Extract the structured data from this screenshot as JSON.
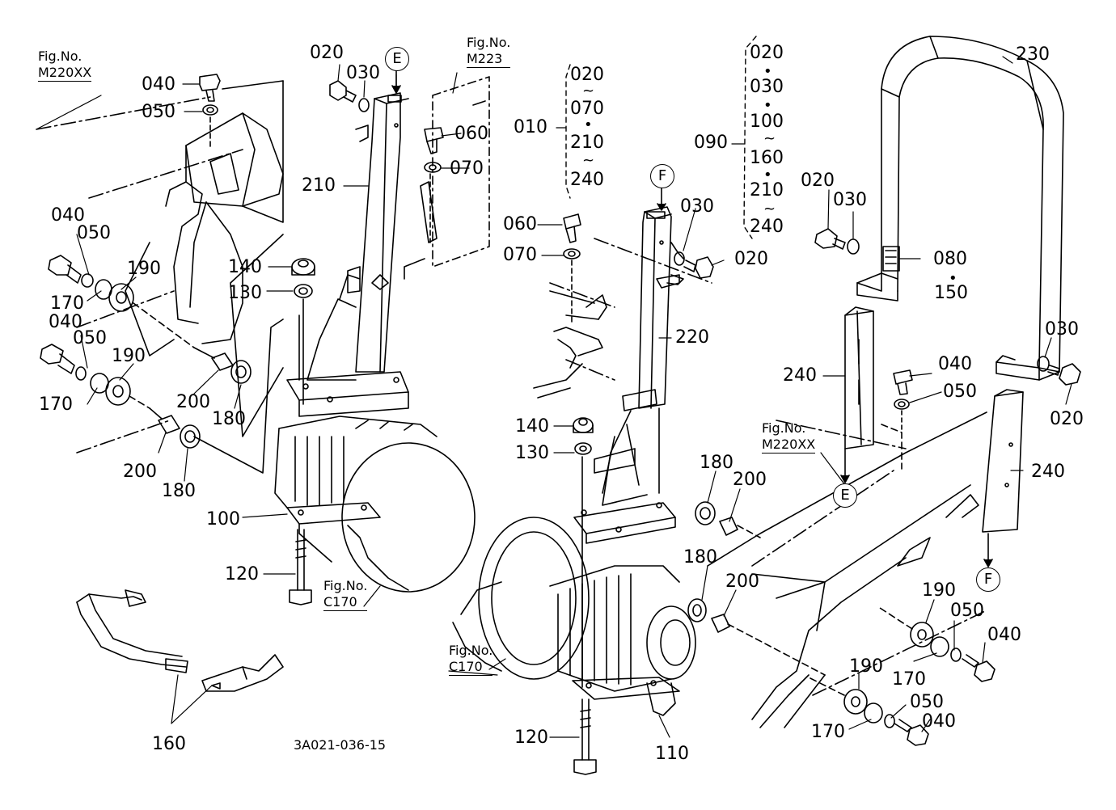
{
  "diagram": {
    "drawing_code": "3A021-036-15",
    "fig_refs": [
      {
        "id": "figref-m220xx-left",
        "title": "Fig.No.",
        "number": "M220XX"
      },
      {
        "id": "figref-m223",
        "title": "Fig.No.",
        "number": "M223"
      },
      {
        "id": "figref-c170-left",
        "title": "Fig.No.",
        "number": "C170"
      },
      {
        "id": "figref-c170-center",
        "title": "Fig.No.",
        "number": "C170"
      },
      {
        "id": "figref-m220xx-right",
        "title": "Fig.No.",
        "number": "M220XX"
      }
    ],
    "connectors": {
      "E": "E",
      "F": "F"
    },
    "group_010": {
      "label": "010",
      "lines": [
        "020",
        "070",
        "210",
        "240"
      ],
      "seps": [
        "~",
        "•",
        "~"
      ]
    },
    "group_090": {
      "label": "090",
      "lines": [
        "020",
        "030",
        "100",
        "160",
        "210",
        "240"
      ],
      "seps": [
        "•",
        "•",
        "~",
        "•",
        "~"
      ]
    },
    "callouts": {
      "p040a": "040",
      "p050a": "050",
      "p020a": "020",
      "p030a": "030",
      "p060a": "060",
      "p070a": "070",
      "p210": "210",
      "p140a": "140",
      "p130a": "130",
      "p040b": "040",
      "p050b": "050",
      "p190a": "190",
      "p170a": "170",
      "p040c": "040",
      "p050c": "050",
      "p190b": "190",
      "p170b": "170",
      "p200a": "200",
      "p180a": "180",
      "p200b": "200",
      "p180b": "180",
      "p100": "100",
      "p120a": "120",
      "p160": "160",
      "p060b": "060",
      "p070b": "070",
      "p030b": "030",
      "p020b": "020",
      "p220": "220",
      "p140b": "140",
      "p130b": "130",
      "p180c": "180",
      "p200c": "200",
      "p180d": "180",
      "p200d": "200",
      "p120b": "120",
      "p110": "110",
      "p230": "230",
      "p020c": "020",
      "p030c": "030",
      "p080": "080",
      "p150": "150",
      "p240a": "240",
      "p040d": "040",
      "p050d": "050",
      "p030d": "030",
      "p020d": "020",
      "p240b": "240",
      "p190c": "190",
      "p050e": "050",
      "p170c": "170",
      "p040e": "040",
      "p190d": "190",
      "p050f": "050",
      "p170d": "170",
      "p040f": "040"
    }
  }
}
